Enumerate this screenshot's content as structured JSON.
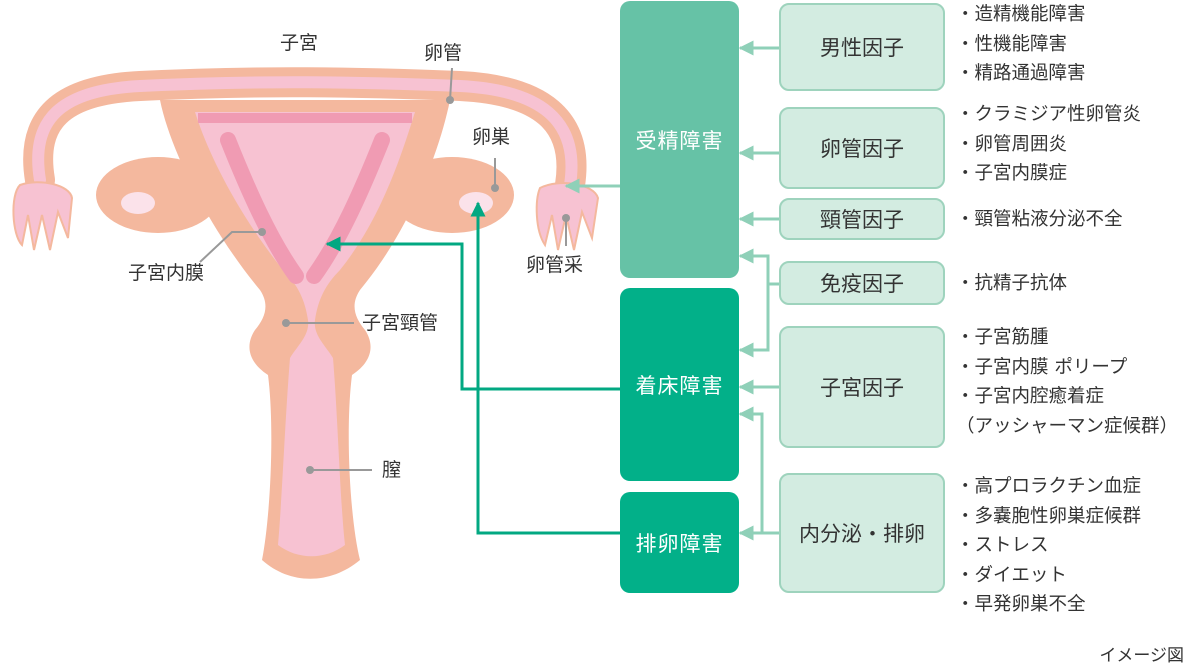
{
  "anatomy_labels": {
    "uterus": "子宮",
    "fallopian_tube": "卵管",
    "ovary": "卵巣",
    "endometrium": "子宮内膜",
    "fimbriae": "卵管采",
    "cervical_canal": "子宮頸管",
    "vagina": "膣"
  },
  "categories": [
    {
      "id": "fertilization",
      "label": "受精障害",
      "color": "#66c2a6"
    },
    {
      "id": "implantation",
      "label": "着床障害",
      "color": "#02b089"
    },
    {
      "id": "ovulation",
      "label": "排卵障害",
      "color": "#02b089"
    }
  ],
  "factors": [
    {
      "id": "male",
      "label": "男性因子",
      "details": [
        "・造精機能障害",
        "・性機能障害",
        "・精路通過障害"
      ]
    },
    {
      "id": "tubal",
      "label": "卵管因子",
      "details": [
        "・クラミジア性卵管炎",
        "・卵管周囲炎",
        "・子宮内膜症"
      ]
    },
    {
      "id": "cervical",
      "label": "頸管因子",
      "details": [
        "・頸管粘液分泌不全"
      ]
    },
    {
      "id": "immune",
      "label": "免疫因子",
      "details": [
        "・抗精子抗体"
      ]
    },
    {
      "id": "uterine",
      "label": "子宮因子",
      "details": [
        "・子宮筋腫",
        "・子宮内膜 ポリープ",
        "・子宮内腔癒着症",
        "（アッシャーマン症候群）"
      ]
    },
    {
      "id": "endocrine",
      "label": "内分泌・排卵",
      "details": [
        "・高プロラクチン血症",
        "・多嚢胞性卵巣症候群",
        "・ストレス",
        "・ダイエット",
        "・早発卵巣不全"
      ]
    }
  ],
  "colors": {
    "arrow_dark": "#02a882",
    "arrow_light": "#8fd0b8",
    "factor_fill": "#d3ece1",
    "factor_border": "#9ed3bd",
    "tissue_outer": "#f4b89e",
    "tissue_inner": "#f7c2d2",
    "endometrium": "#f09bb3"
  },
  "note": "イメージ図"
}
